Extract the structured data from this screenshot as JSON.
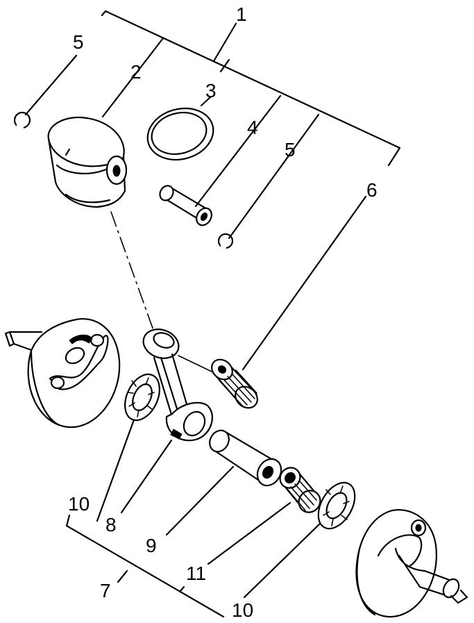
{
  "diagram": {
    "callouts": {
      "c1": "1",
      "c2": "2",
      "c3": "3",
      "c4": "4",
      "c5a": "5",
      "c5b": "5",
      "c6": "6",
      "c7": "7",
      "c8": "8",
      "c9": "9",
      "c10a": "10",
      "c10b": "10",
      "c11": "11"
    },
    "parts": [
      "piston",
      "piston-ring",
      "piston-pin",
      "circlip",
      "circlip",
      "small-end-needle-bearing",
      "crankshaft-half",
      "thrust-washer",
      "connecting-rod",
      "crank-pin",
      "big-end-needle-bearing",
      "thrust-washer",
      "crankshaft-half"
    ],
    "colors": {
      "ink": "#000000",
      "paper": "#ffffff"
    }
  }
}
